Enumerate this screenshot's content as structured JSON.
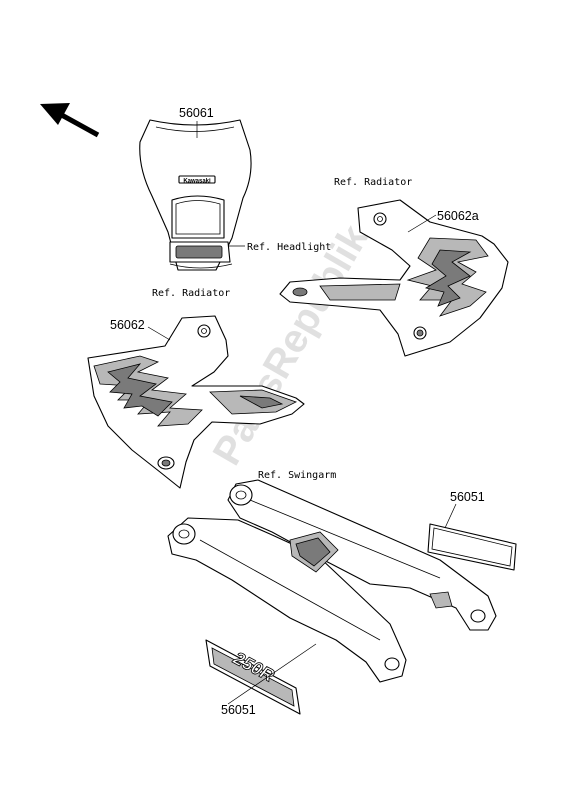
{
  "watermark": "PartsRepublik",
  "headlight_logo": "Kawasaki",
  "decal_text": "250R",
  "labels": {
    "headlight_cover_part": "56061",
    "ref_headlight": "Ref. Headlight",
    "ref_radiator_right": "Ref. Radiator",
    "right_shroud_part": "56062a",
    "ref_radiator_left": "Ref. Radiator",
    "left_shroud_part": "56062",
    "ref_swingarm": "Ref. Swingarm",
    "swingarm_label_top_part": "56051",
    "swingarm_label_bottom_part": "56051"
  },
  "icons": {
    "direction": "arrow-front-left-icon"
  }
}
